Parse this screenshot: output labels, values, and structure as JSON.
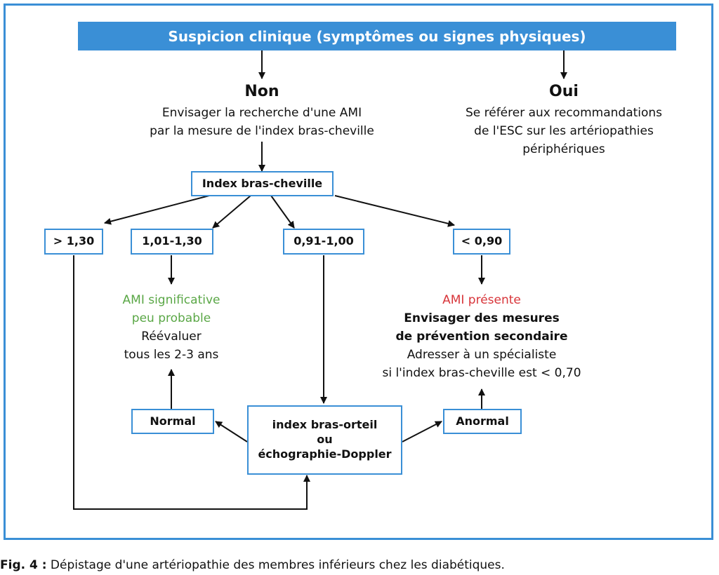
{
  "header": "Suspicion clinique (symptômes ou signes physiques)",
  "branch_no": {
    "title": "Non",
    "lines": [
      "Envisager la recherche d'une AMI",
      "par la mesure de l'index bras-cheville"
    ]
  },
  "branch_yes": {
    "title": "Oui",
    "lines": [
      "Se référer aux recommandations",
      "de l'ESC sur les artériopathies",
      "périphériques"
    ]
  },
  "index_box": "Index bras-cheville",
  "ranges": {
    "gt130": "> 1,30",
    "r101_130": "1,01-1,30",
    "r091_100": "0,91-1,00",
    "lt090": "< 0,90"
  },
  "unlikely": {
    "status_lines": [
      "AMI significative",
      "peu probable"
    ],
    "action_lines": [
      "Réévaluer",
      "tous les 2-3 ans"
    ]
  },
  "present": {
    "status": "AMI présente",
    "bold_lines": [
      "Envisager des mesures",
      "de prévention secondaire"
    ],
    "lines": [
      "Adresser à un spécialiste",
      "si l'index bras-cheville est < 0,70"
    ]
  },
  "test_box_lines": [
    "index bras-orteil",
    "ou",
    "échographie-Doppler"
  ],
  "normal": "Normal",
  "abnormal": "Anormal",
  "caption": {
    "fig_label": "Fig. 4 :",
    "text": " Dépistage d'une artériopathie des membres inférieurs chez les diabétiques."
  },
  "colors": {
    "accent": "#3a8fd6",
    "unlikely_text": "#5aa746",
    "present_text": "#d8353a"
  }
}
